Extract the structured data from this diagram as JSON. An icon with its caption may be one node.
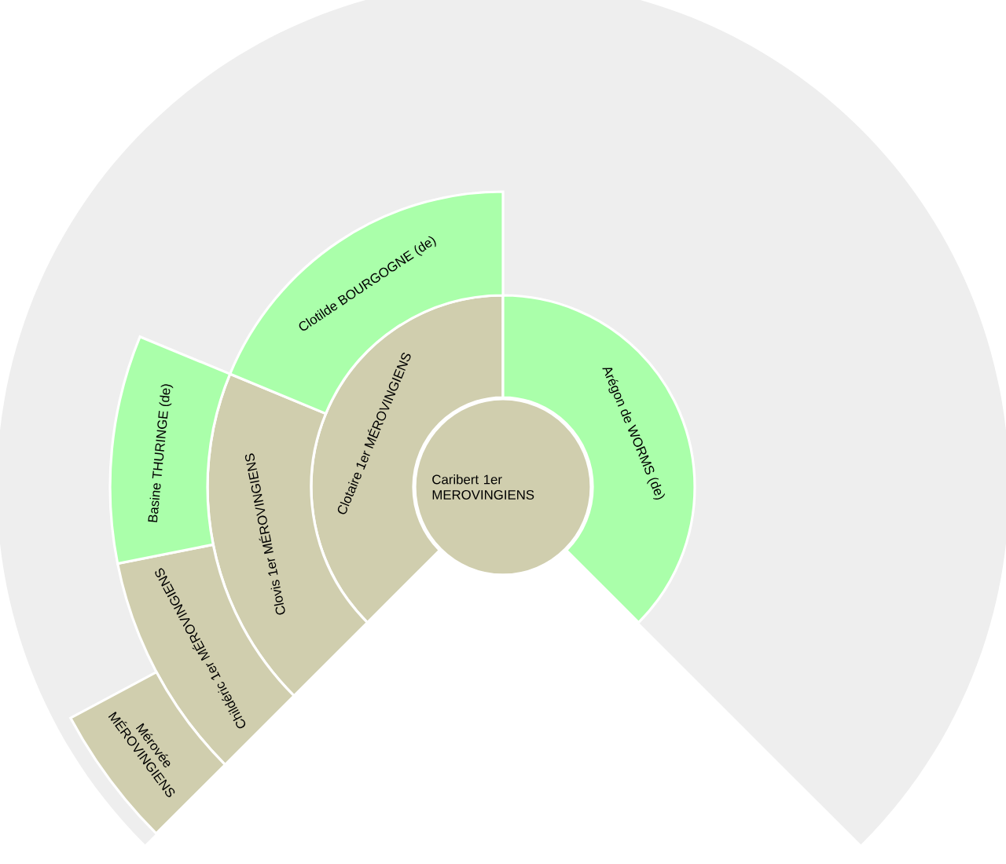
{
  "diagram": {
    "nodes": [
      {
        "text": [
          "Caribert 1er MEROVINGIENS"
        ]
      },
      {
        "text": [
          "Clotaire 1er MÉROVINGIENS"
        ]
      },
      {
        "text": [
          "Arégon de WORMS (de)"
        ]
      },
      {
        "text": [
          "Clovis 1er MÉROVINGIENS"
        ]
      },
      {
        "text": [
          "Clotilde BOURGOGNE (de)"
        ]
      },
      {
        "text": [
          "Childéric 1er MÉROVINGIENS"
        ]
      },
      {
        "text": [
          "Basine THURINGE (de)"
        ]
      },
      {
        "text": [
          "Mérovée MÉROVINGIENS"
        ]
      }
    ]
  }
}
